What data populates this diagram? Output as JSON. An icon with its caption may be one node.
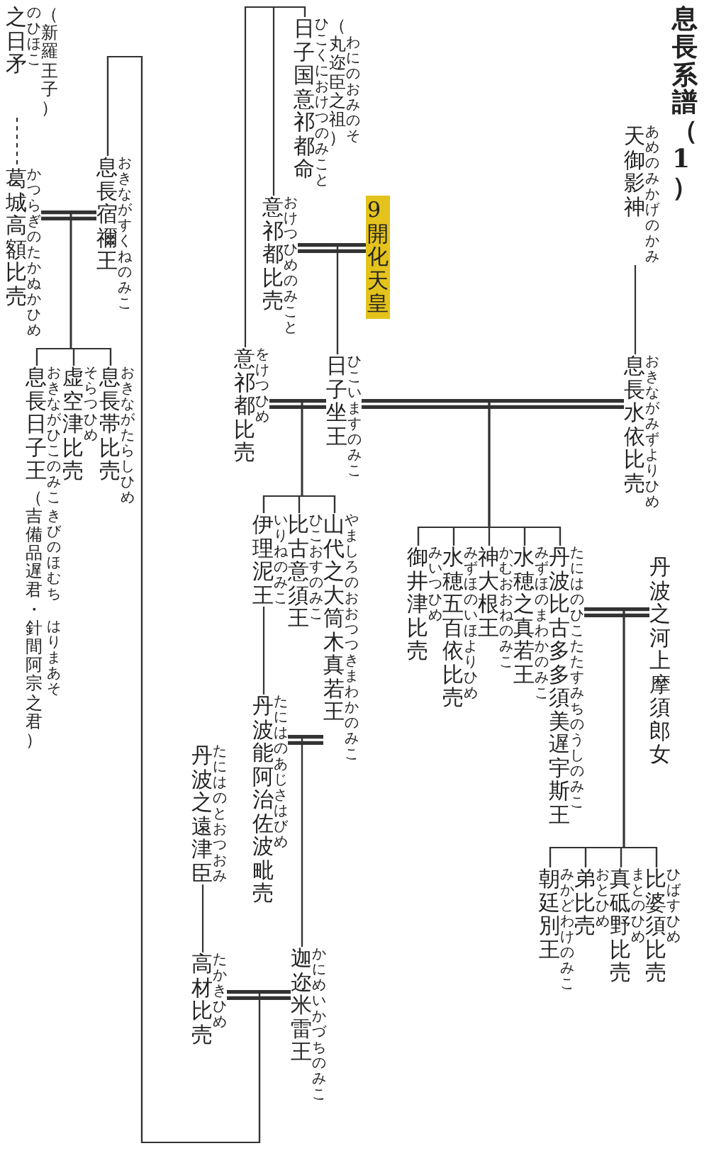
{
  "diagram": {
    "title": "息長系譜（1）",
    "nodes": [
      {
        "text": [
          "天御影神",
          "あめのみかげのかみ"
        ]
      },
      {
        "text": [
          "息長水依比売",
          "おきながみずよりひめ"
        ]
      },
      {
        "text": [
          "9開化天皇"
        ]
      },
      {
        "text": [
          "日子国意祁都命",
          "ひこくにおけつのみこと",
          "（丸迩臣之祖）",
          "わにのおみのそ"
        ]
      },
      {
        "text": [
          "意祁都比売",
          "おけつひめのみこと"
        ]
      },
      {
        "text": [
          "日子坐王",
          "ひこいますのみこ"
        ]
      },
      {
        "text": [
          "意祁都比売",
          "をけつひめ"
        ]
      },
      {
        "text": [
          "丹波比古多多須美遅宇斯王",
          "たにはのひこたたすみちのうしのみこ"
        ]
      },
      {
        "text": [
          "水穂之真若王",
          "みずほのまわかのみこ"
        ]
      },
      {
        "text": [
          "神大根王",
          "かむおおねのみこ"
        ]
      },
      {
        "text": [
          "水穂五百依比売",
          "みずほのいほよりひめ"
        ]
      },
      {
        "text": [
          "御井津比売",
          "みいつひめ"
        ]
      },
      {
        "text": [
          "丹波之河上摩須郎女"
        ]
      },
      {
        "text": [
          "比婆須比売",
          "ひばすひめ"
        ]
      },
      {
        "text": [
          "真砥野比売",
          "まとのひめ"
        ]
      },
      {
        "text": [
          "弟比売",
          "おとひめ"
        ]
      },
      {
        "text": [
          "朝廷別王",
          "みかどわけのみこ"
        ]
      },
      {
        "text": [
          "山代之大筒木真若王",
          "やましろのおおつつきまわかのみこ"
        ]
      },
      {
        "text": [
          "比古意須王",
          "ひこおすのみこ"
        ]
      },
      {
        "text": [
          "伊理泥王",
          "いりねのみこ"
        ]
      },
      {
        "text": [
          "丹波能阿治佐波毗売",
          "たにはのあじさはびめ"
        ]
      },
      {
        "text": [
          "丹波之遠津臣",
          "たにはのとおつおみ"
        ]
      },
      {
        "text": [
          "迦迩米雷王",
          "かにめいかづちのみこ"
        ]
      },
      {
        "text": [
          "高材比売",
          "たかきひめ"
        ]
      },
      {
        "text": [
          "息長宿禰王",
          "おきながすくねのみこ"
        ]
      },
      {
        "text": [
          "葛城高額比売",
          "かつらぎのたかぬかひめ"
        ]
      },
      {
        "text": [
          "之日矛",
          "のひほこ",
          "（新羅王子）"
        ]
      },
      {
        "text": [
          "息長帯比売",
          "おきながたらしひめ"
        ]
      },
      {
        "text": [
          "虚空津比売",
          "そらつひめ"
        ]
      },
      {
        "text": [
          "息長日子王",
          "おきながひこのみこ",
          "（吉備品遅君・針間阿宗之君）",
          "きびのほむち",
          "はりまあそ"
        ]
      }
    ],
    "edges": [
      {
        "from": 0,
        "to": 1,
        "arrow": "none"
      },
      {
        "from": 3,
        "to": 4,
        "arrow": "none"
      },
      {
        "from": 3,
        "to": 6,
        "arrow": "none"
      },
      {
        "from": 4,
        "to": 2,
        "arrow": "none",
        "style": "thick"
      },
      {
        "from": 4,
        "to": 5,
        "arrow": "none"
      },
      {
        "from": 2,
        "to": 5,
        "arrow": "none"
      },
      {
        "from": 6,
        "to": 5,
        "arrow": "none",
        "style": "thick"
      },
      {
        "from": 6,
        "to": 19,
        "arrow": "none"
      },
      {
        "from": 5,
        "to": 19,
        "arrow": "none"
      },
      {
        "from": 6,
        "to": 18,
        "arrow": "none"
      },
      {
        "from": 5,
        "to": 18,
        "arrow": "none"
      },
      {
        "from": 6,
        "to": 17,
        "arrow": "none"
      },
      {
        "from": 5,
        "to": 17,
        "arrow": "none"
      },
      {
        "from": 5,
        "to": 1,
        "arrow": "none",
        "style": "thick"
      },
      {
        "from": 5,
        "to": 7,
        "arrow": "none"
      },
      {
        "from": 1,
        "to": 7,
        "arrow": "none"
      },
      {
        "from": 5,
        "to": 8,
        "arrow": "none"
      },
      {
        "from": 1,
        "to": 8,
        "arrow": "none"
      },
      {
        "from": 5,
        "to": 9,
        "arrow": "none"
      },
      {
        "from": 1,
        "to": 9,
        "arrow": "none"
      },
      {
        "from": 5,
        "to": 10,
        "arrow": "none"
      },
      {
        "from": 1,
        "to": 10,
        "arrow": "none"
      },
      {
        "from": 5,
        "to": 11,
        "arrow": "none"
      },
      {
        "from": 1,
        "to": 11,
        "arrow": "none"
      },
      {
        "from": 7,
        "to": 12,
        "arrow": "none",
        "style": "thick"
      },
      {
        "from": 7,
        "to": 16,
        "arrow": "none"
      },
      {
        "from": 12,
        "to": 16,
        "arrow": "none"
      },
      {
        "from": 7,
        "to": 15,
        "arrow": "none"
      },
      {
        "from": 12,
        "to": 15,
        "arrow": "none"
      },
      {
        "from": 7,
        "to": 14,
        "arrow": "none"
      },
      {
        "from": 12,
        "to": 14,
        "arrow": "none"
      },
      {
        "from": 7,
        "to": 13,
        "arrow": "none"
      },
      {
        "from": 12,
        "to": 13,
        "arrow": "none"
      },
      {
        "from": 19,
        "to": 20,
        "arrow": "none"
      },
      {
        "from": 20,
        "to": 17,
        "arrow": "none",
        "style": "thick"
      },
      {
        "from": 20,
        "to": 22,
        "arrow": "none"
      },
      {
        "from": 17,
        "to": 22,
        "arrow": "none"
      },
      {
        "from": 21,
        "to": 23,
        "arrow": "none"
      },
      {
        "from": 23,
        "to": 22,
        "arrow": "none",
        "style": "thick"
      },
      {
        "from": 23,
        "to": 24,
        "arrow": "none"
      },
      {
        "from": 22,
        "to": 24,
        "arrow": "none"
      },
      {
        "from": 26,
        "to": 25,
        "arrow": "none",
        "style": "dashed"
      },
      {
        "from": 25,
        "to": 24,
        "arrow": "none",
        "style": "thick"
      },
      {
        "from": 25,
        "to": 27,
        "arrow": "none"
      },
      {
        "from": 24,
        "to": 27,
        "arrow": "none"
      },
      {
        "from": 25,
        "to": 28,
        "arrow": "none"
      },
      {
        "from": 24,
        "to": 28,
        "arrow": "none"
      },
      {
        "from": 25,
        "to": 29,
        "arrow": "none"
      },
      {
        "from": 24,
        "to": 29,
        "arrow": "none"
      }
    ]
  }
}
